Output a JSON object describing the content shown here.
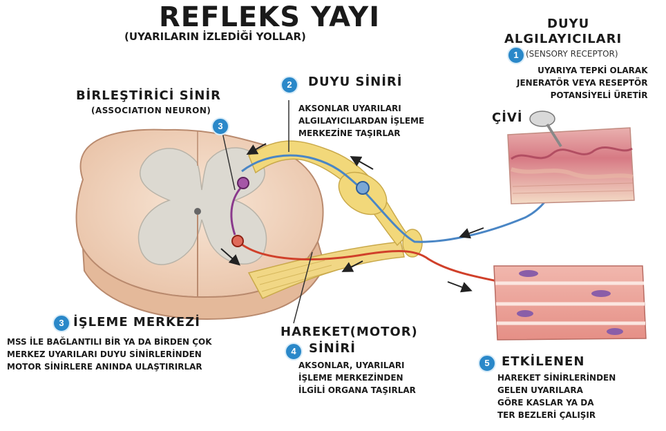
{
  "header": {
    "title": "REFLEKS YAYI",
    "subtitle": "(UYARILARIN İZLEDİĞİ YOLLAR)"
  },
  "receptor": {
    "number": "1",
    "title_line1": "DUYU",
    "title_line2": "ALGILAYICILARI",
    "english": "(SENSORY RECEPTOR)",
    "desc": [
      "UYARIYA TEPKİ OLARAK",
      "JENERATÖR VEYA RESEPTÖR",
      "POTANSİYELİ ÜRETİR"
    ]
  },
  "sensory_nerve": {
    "number": "2",
    "title": "DUYU SİNİRİ",
    "desc": [
      "AKSONLAR UYARILARI",
      "ALGILAYICILARDAN İŞLEME",
      "MERKEZİNE TAŞIRLAR"
    ]
  },
  "association": {
    "number": "3",
    "title": "BİRLEŞTİRİCİ SİNİR",
    "english": "(ASSOCIATION NEURON)"
  },
  "nail_label": "ÇİVİ",
  "processing": {
    "number": "3",
    "title": "İŞLEME MERKEZİ",
    "desc": [
      "MSS İLE BAĞLANTILI BİR YA DA BİRDEN ÇOK",
      "MERKEZ UYARILARI DUYU SİNİRLERİNDEN",
      "MOTOR SİNİRLERE ANINDA ULAŞTIRIRLAR"
    ]
  },
  "motor": {
    "number": "4",
    "title_line1": "HAREKET(MOTOR)",
    "title_line2": "SİNİRİ",
    "desc": [
      "AKSONLAR, UYARILARI",
      "İŞLEME MERKEZİNDEN",
      "İLGİLİ ORGANA TAŞIRLAR"
    ]
  },
  "effector": {
    "number": "5",
    "title": "ETKİLENEN",
    "desc": [
      "HAREKET SİNİRLERİNDEN",
      "GELEN UYARILARA",
      "GÖRE KASLAR YA DA",
      "TER BEZLERİ ÇALIŞIR"
    ]
  },
  "colors": {
    "badge": "#2a88c9",
    "sensory": "#4a86c5",
    "motor": "#d0402a",
    "association": "#8a3a8c",
    "cord": "#f3d9c6",
    "grey_matter": "#d9d6cf",
    "nerve_sheath": "#f2d87a"
  }
}
